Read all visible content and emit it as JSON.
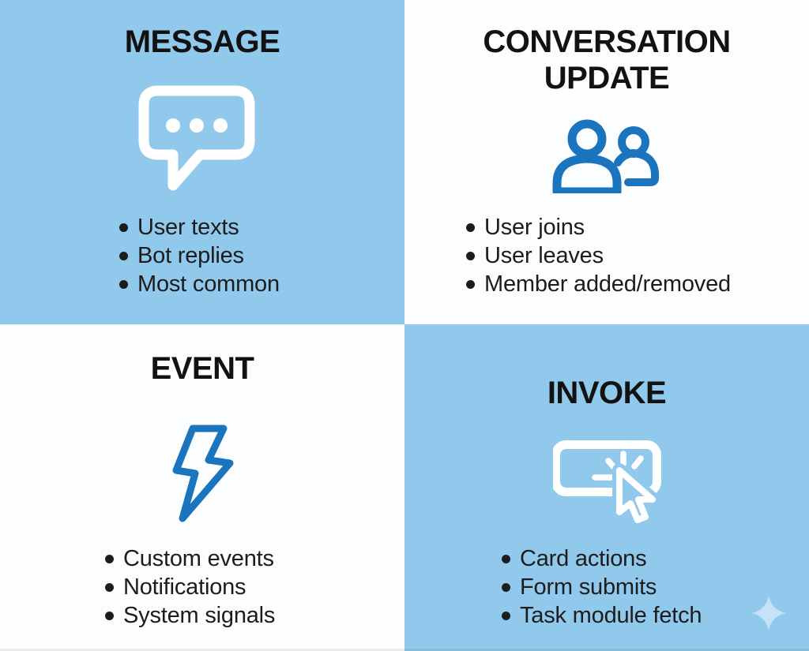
{
  "meta": {
    "description": "Bot activity types infographic, 2x2 grid"
  },
  "colors": {
    "panel_blue": "#90c9ec",
    "panel_white": "#fcfdfe",
    "icon_blue": "#1b74be",
    "icon_white": "#ffffff",
    "title_color": "#121212",
    "text_color": "#1c1c1c",
    "sparkle_blue": "#c7e2f6"
  },
  "quadrants": [
    {
      "id": "message",
      "title_lines": [
        "MESSAGE"
      ],
      "icon": "chat-bubble-icon",
      "items": [
        "User texts",
        "Bot replies",
        "Most common"
      ]
    },
    {
      "id": "conversation-update",
      "title_lines": [
        "CONVERSATION",
        "UPDATE"
      ],
      "icon": "people-icon",
      "items": [
        "User joins",
        "User leaves",
        "Member added/removed"
      ]
    },
    {
      "id": "event",
      "title_lines": [
        "EVENT"
      ],
      "icon": "lightning-bolt-icon",
      "items": [
        "Custom events",
        "Notifications",
        "System signals"
      ]
    },
    {
      "id": "invoke",
      "title_lines": [
        "INVOKE"
      ],
      "icon": "button-click-icon",
      "items": [
        "Card actions",
        "Form submits",
        "Task module fetch"
      ]
    }
  ],
  "decorations": {
    "sparkle": "sparkle-icon"
  }
}
